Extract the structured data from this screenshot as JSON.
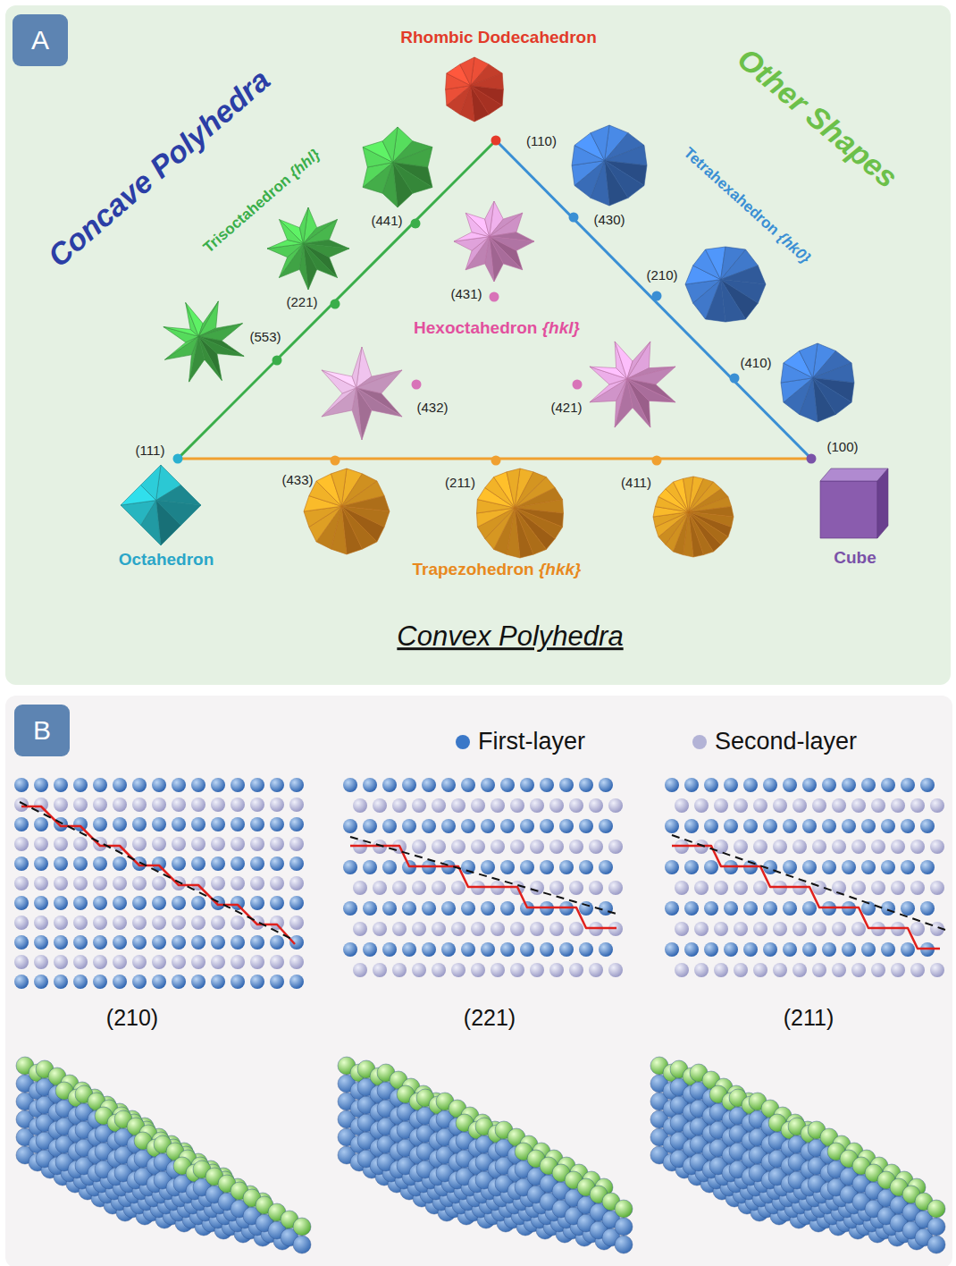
{
  "diagram": {
    "nodes": [
      {
        "text": [
          "A"
        ]
      },
      {
        "text": [
          "B"
        ]
      }
    ],
    "labels": [
      "Concave Polyhedra",
      "Rhombic Dodecahedron",
      "Other Shapes",
      "Trisoctahedron {hhl}",
      "(110)",
      "(430)",
      "Tetrahexahedron {hk0}",
      "(441)",
      "(431)",
      "(221)",
      "(210)",
      "Hexoctahedron {hkl}",
      "(553)",
      "(410)",
      "(432)",
      "(421)",
      "(111)",
      "(100)",
      "(433)",
      "(211)",
      "(411)",
      "Octahedron",
      "Trapezohedron {hkk}",
      "Cube",
      "Convex Polyhedra",
      "(210)",
      "(221)",
      "(211)"
    ],
    "legend": [
      {
        "text": "First-layer",
        "color": "#3b78c8"
      },
      {
        "text": "Second-layer",
        "color": "#b3b3d6"
      }
    ]
  }
}
